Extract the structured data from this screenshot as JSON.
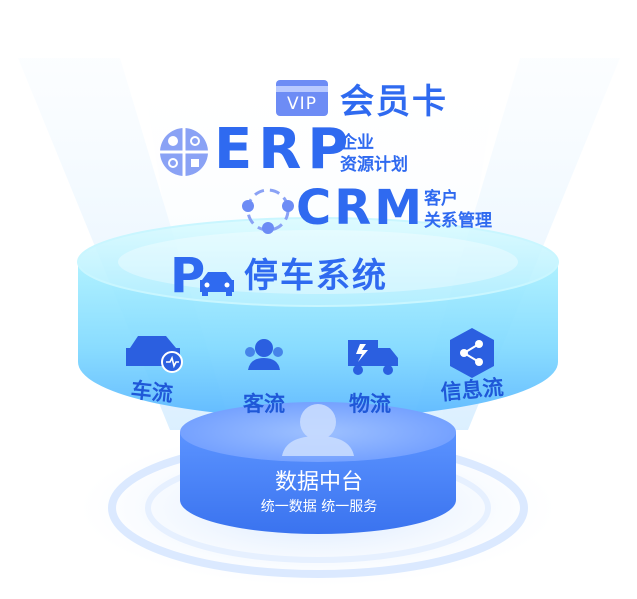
{
  "vip": {
    "badge": "VIP",
    "title": "会员卡"
  },
  "erp": {
    "title": "ERP",
    "sub_line1": "企业",
    "sub_line2": "资源计划"
  },
  "crm": {
    "title": "CRM",
    "sub_line1": "客户",
    "sub_line2": "关系管理"
  },
  "parking": {
    "letter": "P",
    "title": "停车系统"
  },
  "ring_items": [
    {
      "label": "车流",
      "icon": "car-icon"
    },
    {
      "label": "客流",
      "icon": "people-icon"
    },
    {
      "label": "物流",
      "icon": "truck-icon"
    },
    {
      "label": "信息流",
      "icon": "share-icon"
    }
  ],
  "platform": {
    "title": "数据中台",
    "subtitle": "统一数据 统一服务"
  },
  "colors": {
    "primary": "#2f6af0",
    "ring_light": "#8ee8ff",
    "ring_deep": "#4fb8ff",
    "platform": "#3e7cf5"
  }
}
